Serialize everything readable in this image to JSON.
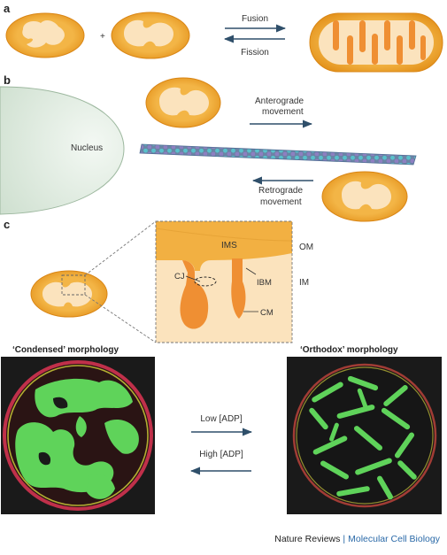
{
  "panels": {
    "a": {
      "label": "a",
      "plus": "+",
      "fusion": "Fusion",
      "fission": "Fission"
    },
    "b": {
      "label": "b",
      "nucleus": "Nucleus",
      "anterograde": [
        "Anterograde",
        "movement"
      ],
      "retrograde": [
        "Retrograde",
        "movement"
      ]
    },
    "c": {
      "label": "c",
      "ims": "IMS",
      "om": "OM",
      "im": "IM",
      "ibm": "IBM",
      "cj": "CJ",
      "cm": "CM",
      "condensed_title": "‘Condensed’ morphology",
      "orthodox_title": "‘Orthodox’ morphology",
      "low_adp": "Low [ADP]",
      "high_adp": "High [ADP]"
    }
  },
  "credit": {
    "journal": "Nature Reviews",
    "separator": "|",
    "section": "Molecular Cell Biology"
  },
  "colors": {
    "outer_membrane": "#e0931c",
    "matrix": "#f2b042",
    "intermembrane": "#fbe3bd",
    "cristae": "#ef8f33",
    "nucleus": "#e2ede3",
    "micrograph_bg": "#1a1a1a",
    "micrograph_green": "#5fd35a",
    "arrow": "#2f4f6a"
  }
}
